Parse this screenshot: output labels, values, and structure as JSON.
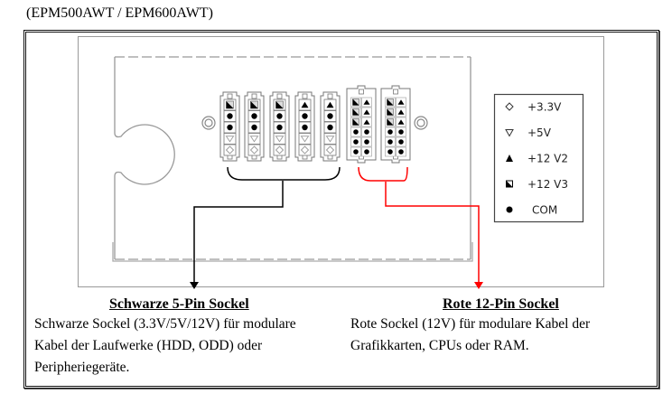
{
  "document": {
    "title": "(EPM500AWT / EPM600AWT)"
  },
  "legend": {
    "items": [
      {
        "symbol": "diamond-outline",
        "label": "+3.3V"
      },
      {
        "symbol": "triangle-down-outline",
        "label": "+5V"
      },
      {
        "symbol": "triangle-up-filled",
        "label": "+12 V2"
      },
      {
        "symbol": "half-square",
        "label": "+12 V3"
      },
      {
        "symbol": "dot-filled",
        "label": "COM"
      }
    ]
  },
  "connectors": {
    "black_5pin": {
      "count": 5,
      "pins": [
        [
          "half-square",
          "dot-filled",
          "dot-filled",
          "triangle-down-outline",
          "diamond-outline"
        ],
        [
          "half-square",
          "dot-filled",
          "dot-filled",
          "triangle-down-outline",
          "diamond-outline"
        ],
        [
          "half-square",
          "dot-filled",
          "dot-filled",
          "triangle-down-outline",
          "diamond-outline"
        ],
        [
          "triangle-up-filled",
          "dot-filled",
          "dot-filled",
          "triangle-down-outline",
          "diamond-outline"
        ],
        [
          "triangle-up-filled",
          "dot-filled",
          "dot-filled",
          "triangle-down-outline",
          "diamond-outline"
        ]
      ],
      "pointer_color": "#000000"
    },
    "red_12pin": {
      "count": 2,
      "pins": [
        [
          "half-square",
          "triangle-up-filled",
          "half-square",
          "triangle-up-filled",
          "half-square",
          "triangle-up-filled",
          "dot-filled",
          "dot-filled",
          "dot-filled",
          "dot-filled",
          "dot-filled",
          "dot-filled"
        ],
        [
          "half-square",
          "triangle-up-filled",
          "half-square",
          "triangle-up-filled",
          "half-square",
          "triangle-up-filled",
          "dot-filled",
          "dot-filled",
          "dot-filled",
          "dot-filled",
          "dot-filled",
          "dot-filled"
        ]
      ],
      "pointer_color": "#ff0000"
    }
  },
  "captions": {
    "black": {
      "heading": "Schwarze 5-Pin Sockel",
      "lines": [
        "Schwarze Sockel (3.3V/5V/12V) für modulare",
        "Kabel der Laufwerke (HDD, ODD) oder",
        "Peripheriegeräte."
      ]
    },
    "red": {
      "heading": "Rote 12-Pin Sockel",
      "lines": [
        "Rote Sockel (12V) für modulare Kabel der",
        "Grafikkarten, CPUs oder RAM."
      ]
    }
  }
}
